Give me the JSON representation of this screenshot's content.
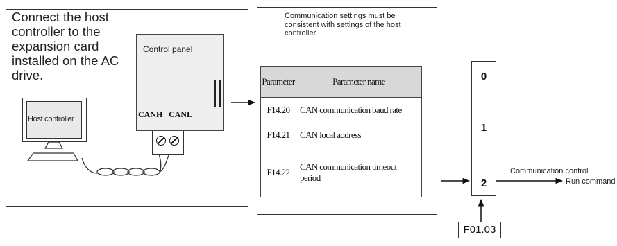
{
  "left_panel": {
    "instruction": "Connect the host controller to the expansion card installed on the AC drive.",
    "control_panel_label": "Control panel",
    "canh_label": "CANH",
    "canl_label": "CANL",
    "host_controller_label": "Host controller"
  },
  "middle_panel": {
    "note": "Communication settings must be consistent with settings of the host controller.",
    "table": {
      "headers": [
        "Parameter",
        "Parameter name"
      ],
      "rows": [
        [
          "F14.20",
          "CAN communication baud rate"
        ],
        [
          "F14.21",
          "CAN local address"
        ],
        [
          "F14.22",
          "CAN communication timeout period"
        ]
      ]
    }
  },
  "selector": {
    "values": [
      "0",
      "1",
      "2"
    ],
    "parameter": "F01.03"
  },
  "output": {
    "label_1": "Communication control",
    "label_2": "Run command"
  }
}
